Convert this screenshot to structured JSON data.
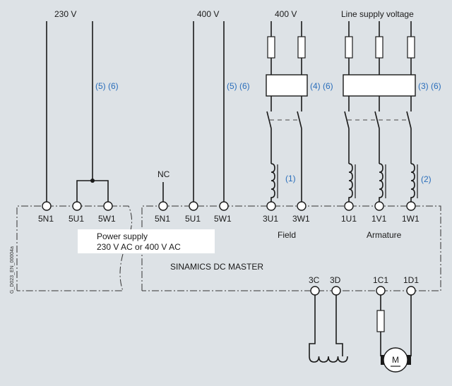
{
  "supply_labels": {
    "v230": "230 V",
    "v400_a": "400 V",
    "v400_b": "400 V",
    "line_supply": "Line supply voltage"
  },
  "references": {
    "ref_5_6_a": "(5) (6)",
    "ref_5_6_b": "(5) (6)",
    "ref_4_6": "(4) (6)",
    "ref_3_6": "(3) (6)",
    "ref_1": "(1)",
    "ref_2": "(2)"
  },
  "nc_label": "NC",
  "left_terminals": [
    "5N1",
    "5U1",
    "5W1"
  ],
  "main_terminals": [
    "5N1",
    "5U1",
    "5W1",
    "3U1",
    "3W1",
    "1U1",
    "1V1",
    "1W1"
  ],
  "bottom_terminals": [
    "3C",
    "3D",
    "1C1",
    "1D1"
  ],
  "group_labels": {
    "field": "Field",
    "armature": "Armature"
  },
  "power_supply_note": {
    "line1": "Power supply",
    "line2": "230 V AC or 400 V AC"
  },
  "device_name": "SINAMICS DC MASTER",
  "motor_label": "M",
  "drawing_code": "G_D023_EN_00004a"
}
